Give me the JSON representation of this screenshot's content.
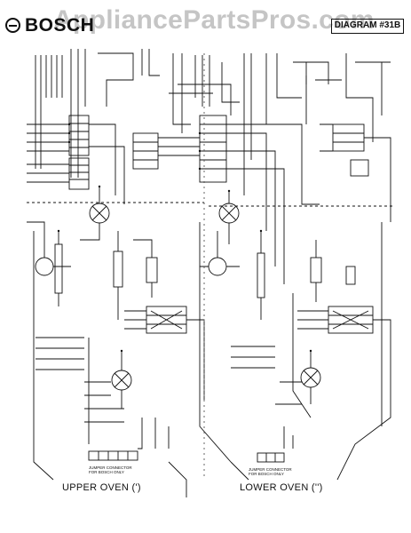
{
  "header": {
    "brand": "BOSCH",
    "watermark": "AppliancePartsPros.com",
    "diagram_label": "DIAGRAM #31B"
  },
  "ovens": {
    "upper_label": "UPPER OVEN (')",
    "lower_label": "LOWER OVEN ('')"
  },
  "notes": {
    "jumper_upper": "JUMPER CONNECTOR",
    "jumper_upper_sub": "FOR BOSCH ONLY",
    "jumper_lower": "JUMPER CONNECTOR",
    "jumper_lower_sub": "FOR BOSCH ONLY"
  },
  "colors": {
    "ink": "#111111",
    "watermark": "#969696"
  }
}
